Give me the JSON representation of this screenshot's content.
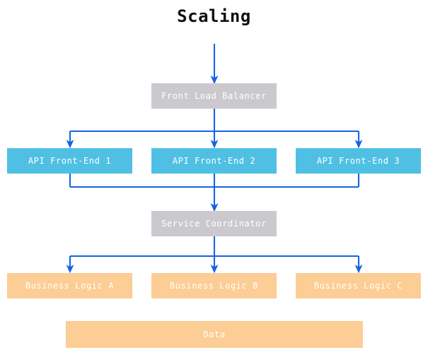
{
  "diagram": {
    "title": "Scaling",
    "type": "architecture-flow",
    "background_color": "#ffffff",
    "connector_color": "#1565e0",
    "palette": {
      "gray": "#cbc9ce",
      "cyan": "#4fc0e4",
      "orange": "#fccd95",
      "node_text": "#ffffff",
      "title_text": "#111111"
    },
    "tiers": [
      {
        "name": "entry",
        "nodes": [
          {
            "id": "front-load-balancer",
            "label": "Front Load Balancer",
            "color": "gray"
          }
        ]
      },
      {
        "name": "api",
        "nodes": [
          {
            "id": "api-front-end-1",
            "label": "API Front-End 1",
            "color": "cyan"
          },
          {
            "id": "api-front-end-2",
            "label": "API Front-End 2",
            "color": "cyan"
          },
          {
            "id": "api-front-end-3",
            "label": "API Front-End 3",
            "color": "cyan"
          }
        ]
      },
      {
        "name": "coordination",
        "nodes": [
          {
            "id": "service-coordinator",
            "label": "Service Coordinator",
            "color": "gray"
          }
        ]
      },
      {
        "name": "logic",
        "nodes": [
          {
            "id": "business-logic-a",
            "label": "Business Logic A",
            "color": "orange"
          },
          {
            "id": "business-logic-b",
            "label": "Business Logic B",
            "color": "orange"
          },
          {
            "id": "business-logic-c",
            "label": "Business Logic C",
            "color": "orange"
          }
        ]
      },
      {
        "name": "storage",
        "nodes": [
          {
            "id": "data",
            "label": "Data",
            "color": "orange"
          }
        ]
      }
    ],
    "edges": [
      {
        "from": "external",
        "to": "front-load-balancer",
        "style": "arrow-down"
      },
      {
        "from": "front-load-balancer",
        "to": "api-front-end-1",
        "style": "elbow-fanout"
      },
      {
        "from": "front-load-balancer",
        "to": "api-front-end-2",
        "style": "arrow-down"
      },
      {
        "from": "front-load-balancer",
        "to": "api-front-end-3",
        "style": "elbow-fanout"
      },
      {
        "from": "api-front-end-1",
        "to": "service-coordinator",
        "style": "elbow-merge"
      },
      {
        "from": "api-front-end-2",
        "to": "service-coordinator",
        "style": "arrow-down"
      },
      {
        "from": "api-front-end-3",
        "to": "service-coordinator",
        "style": "elbow-merge"
      },
      {
        "from": "service-coordinator",
        "to": "business-logic-a",
        "style": "elbow-fanout"
      },
      {
        "from": "service-coordinator",
        "to": "business-logic-b",
        "style": "arrow-down"
      },
      {
        "from": "service-coordinator",
        "to": "business-logic-c",
        "style": "elbow-fanout"
      }
    ]
  }
}
